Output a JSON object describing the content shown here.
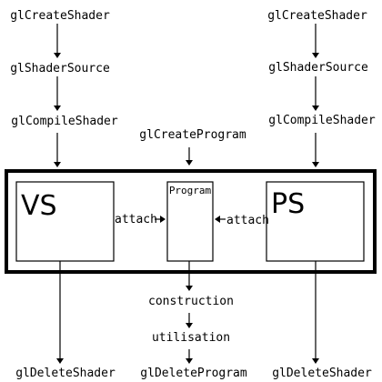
{
  "left_column": {
    "step1": "glCreateShader",
    "step2": "glShaderSource",
    "step3": "glCompileShader",
    "box_label": "VS",
    "delete": "glDeleteShader"
  },
  "right_column": {
    "step1": "glCreateShader",
    "step2": "glShaderSource",
    "step3": "glCompileShader",
    "box_label": "PS",
    "delete": "glDeleteShader"
  },
  "center_column": {
    "create": "glCreateProgram",
    "box_label": "Program",
    "construction": "construction",
    "utilisation": "utilisation",
    "delete": "glDeleteProgram"
  },
  "attach_left": "attach",
  "attach_right": "attach"
}
